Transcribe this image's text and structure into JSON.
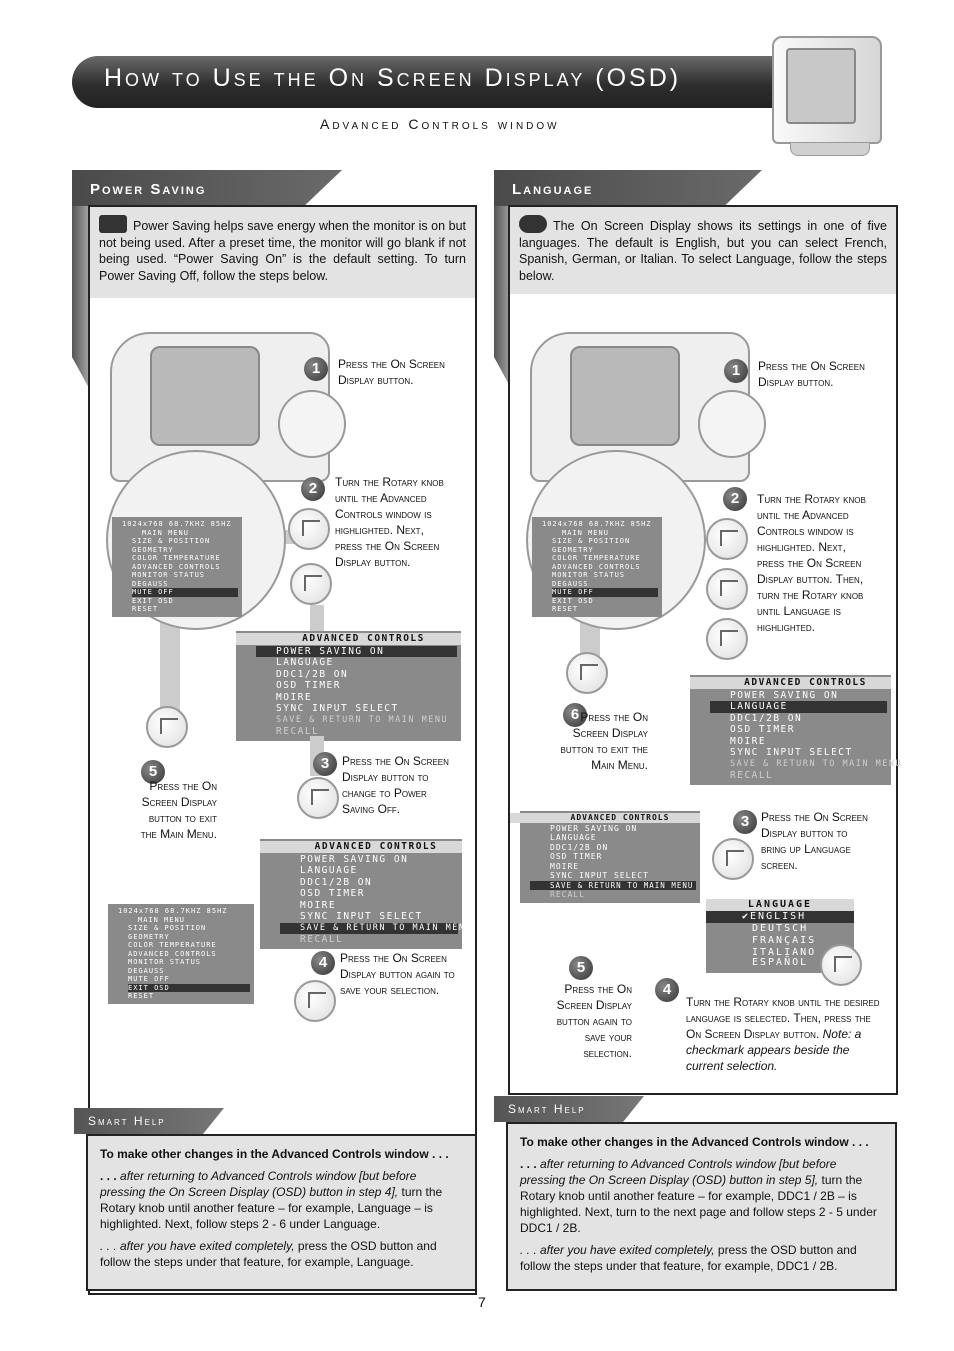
{
  "header": {
    "title": "How to Use the On Screen Display (OSD)",
    "subtitle": "Advanced Controls window"
  },
  "power_saving": {
    "tab": "Power Saving",
    "intro": "Power Saving helps save energy when the monitor is on but not being used. After a preset time, the monitor will go blank if not being used. “Power Saving On” is the default setting. To turn Power Saving Off, follow the steps below.",
    "steps": {
      "s1": "Press the On Screen Display button.",
      "s2": "Turn the Rotary knob until the Advanced Controls window is highlighted. Next, press the On Screen Display button.",
      "s3": "Press the On Screen Display button to change to Power Saving Off.",
      "s4": "Press the On Screen Display button again to save your selection.",
      "s5": "Press the On Screen Display button to exit the Main Menu."
    },
    "adv_menu_a": {
      "title": "ADVANCED CONTROLS",
      "items": [
        "POWER SAVING ON",
        "LANGUAGE",
        "DDC1/2B ON",
        "OSD TIMER",
        "MOIRE",
        "SYNC INPUT SELECT",
        "SAVE & RETURN TO MAIN MENU",
        "RECALL"
      ]
    },
    "adv_menu_b": {
      "title": "ADVANCED CONTROLS",
      "items": [
        "POWER SAVING ON",
        "LANGUAGE",
        "DDC1/2B ON",
        "OSD TIMER",
        "MOIRE",
        "SYNC INPUT SELECT",
        "SAVE & RETURN TO MAIN MENU",
        "RECALL"
      ]
    },
    "main_menu": {
      "res": "1024x768   68.7KHZ 85HZ",
      "title": "MAIN MENU",
      "items": [
        "SIZE & POSITION",
        "GEOMETRY",
        "COLOR TEMPERATURE",
        "ADVANCED CONTROLS",
        "MONITOR STATUS",
        "DEGAUSS",
        "MUTE OFF",
        "EXIT OSD",
        "RESET"
      ]
    },
    "smart_help": {
      "tab": "Smart Help",
      "heading": "To make other changes in the Advanced Controls window . . .",
      "p1_lead": ". . .",
      "p1_italic": "after returning to Advanced Controls window [but before pressing the On Screen Display (OSD) button in step 4],",
      "p1_rest": "turn the Rotary knob until another feature – for example, Language – is highlighted. Next, follow steps 2 - 6 under Language.",
      "p2_italic": ". . . after you have exited completely,",
      "p2_rest": "press the OSD button and follow the steps under that feature, for example, Language."
    }
  },
  "language": {
    "tab": "Language",
    "intro": "The On Screen Display shows its settings in one of five languages. The default is English, but you can select French, Spanish, German, or Italian. To select Language, follow the steps below.",
    "steps": {
      "s1": "Press the On Screen Display button.",
      "s2": "Turn the Rotary knob until the Advanced Controls window is highlighted. Next, press the On Screen Display button. Then, turn the Rotary knob until Language is highlighted.",
      "s3": "Press the On Screen Display button to bring up Language screen.",
      "s4_plain": "Turn the Rotary knob until the desired language is selected. Then, press the On Screen Display button.",
      "s4_note": "Note: a checkmark appears beside the current selection.",
      "s5": "Press the On Screen Display button again to save your selection.",
      "s6": "Press the On Screen Display button to exit the Main Menu."
    },
    "adv_menu_a": {
      "title": "ADVANCED CONTROLS",
      "items": [
        "POWER SAVING ON",
        "LANGUAGE",
        "DDC1/2B ON",
        "OSD TIMER",
        "MOIRE",
        "SYNC INPUT SELECT",
        "SAVE & RETURN TO MAIN MENU",
        "RECALL"
      ]
    },
    "adv_menu_b": {
      "title": "ADVANCED CONTROLS",
      "items": [
        "POWER SAVING ON",
        "LANGUAGE",
        "DDC1/2B ON",
        "OSD TIMER",
        "MOIRE",
        "SYNC INPUT SELECT",
        "SAVE & RETURN TO MAIN MENU",
        "RECALL"
      ]
    },
    "lang_menu": {
      "title": "LANGUAGE",
      "items": [
        "ENGLISH",
        "DEUTSCH",
        "FRANÇAIS",
        "ITALIANO",
        "ESPAÑOL"
      ]
    },
    "main_menu": {
      "res": "1024x768   68.7KHZ 85HZ",
      "title": "MAIN MENU",
      "items": [
        "SIZE & POSITION",
        "GEOMETRY",
        "COLOR TEMPERATURE",
        "ADVANCED CONTROLS",
        "MONITOR STATUS",
        "DEGAUSS",
        "MUTE OFF",
        "EXIT OSD",
        "RESET"
      ]
    },
    "smart_help": {
      "tab": "Smart Help",
      "heading": "To make other changes in the Advanced Controls window . . .",
      "p1_lead": ". . .",
      "p1_italic": "after returning to Advanced Controls window [but before pressing the On Screen Display (OSD) button in step 5],",
      "p1_rest": "turn the Rotary knob until another feature – for example, DDC1 / 2B – is highlighted. Next, turn to the next page and follow steps 2 - 5 under DDC1 / 2B.",
      "p2_italic": ". . . after you have exited completely,",
      "p2_rest": "press the OSD button and follow the steps under that feature, for example, DDC1 / 2B."
    }
  },
  "page_number": "7"
}
